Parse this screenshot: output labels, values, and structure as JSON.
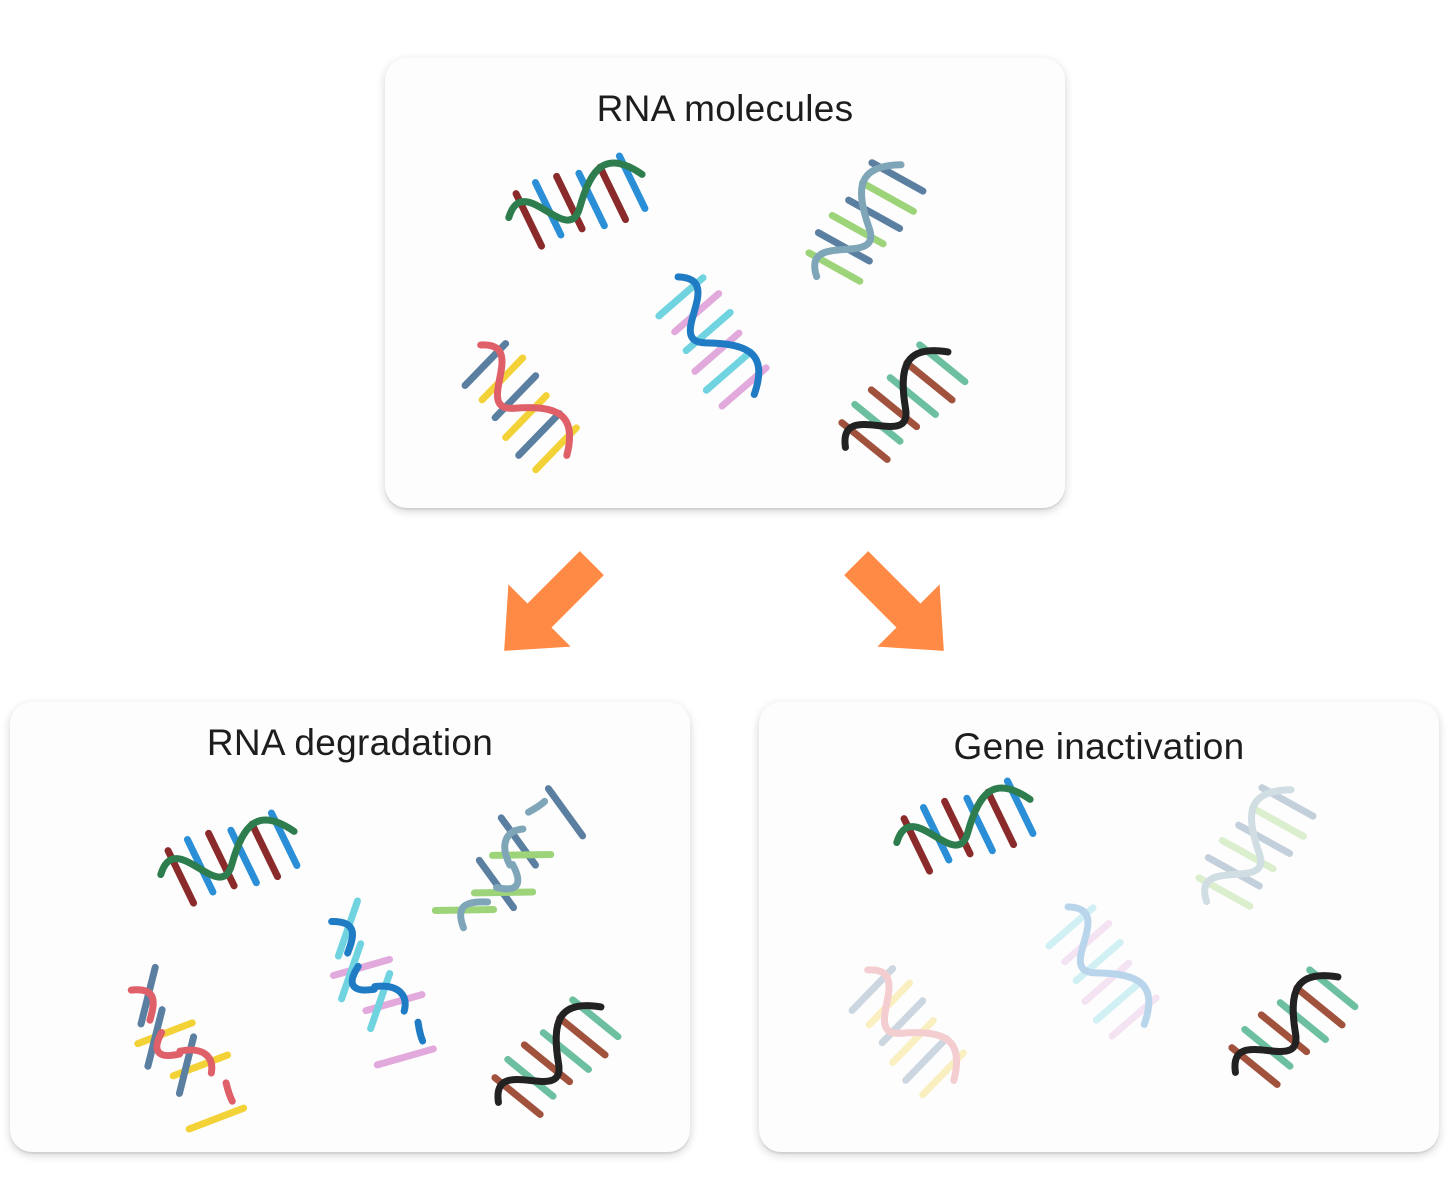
{
  "panels": {
    "top": {
      "title": "RNA molecules"
    },
    "left": {
      "title": "RNA degradation"
    },
    "right": {
      "title": "Gene inactivation"
    }
  },
  "arrows": {
    "color": "#ff8a45",
    "left_icon": "down-left-arrow-icon",
    "right_icon": "down-right-arrow-icon"
  },
  "molecules": [
    {
      "name": "green-rna",
      "backbone": "#2e7d4f",
      "rungs": [
        "#8b2a2a",
        "#2a8fd6"
      ]
    },
    {
      "name": "grayblue-rna",
      "backbone": "#7fa6b8",
      "rungs": [
        "#9dd47a",
        "#5a7fa0"
      ]
    },
    {
      "name": "blue-rna",
      "backbone": "#1f7bc4",
      "rungs": [
        "#6fd3e0",
        "#e2a9dc"
      ]
    },
    {
      "name": "red-rna",
      "backbone": "#e0606a",
      "rungs": [
        "#5a7fa0",
        "#f3d237"
      ]
    },
    {
      "name": "black-rna",
      "backbone": "#222222",
      "rungs": [
        "#a0523d",
        "#6cc0a0"
      ]
    }
  ]
}
